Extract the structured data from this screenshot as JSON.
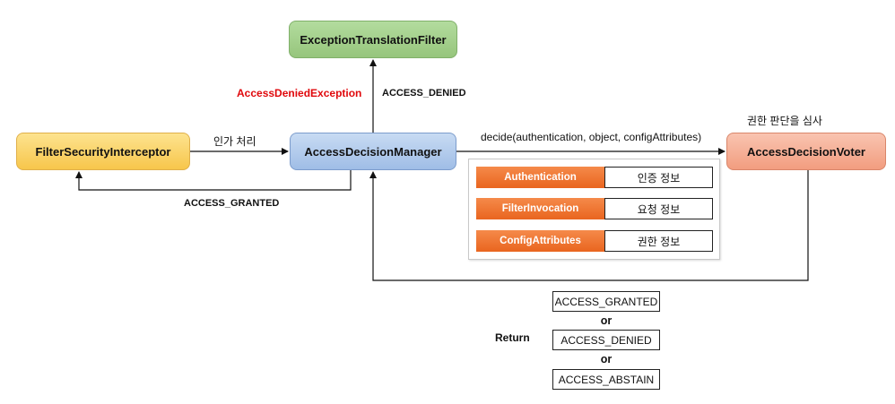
{
  "nodes": {
    "exception_translation_filter": "ExceptionTranslationFilter",
    "filter_security_interceptor": "FilterSecurityInterceptor",
    "access_decision_manager": "AccessDecisionManager",
    "access_decision_voter": "AccessDecisionVoter"
  },
  "edges": {
    "authorize": "인가 처리",
    "access_granted": "ACCESS_GRANTED",
    "access_denied": "ACCESS_DENIED",
    "access_denied_exception": "AccessDeniedException",
    "decide": "decide(authentication, object, configAttributes)",
    "voter_caption": "권한 판단을 심사"
  },
  "params": [
    {
      "name": "Authentication",
      "desc": "인증 정보"
    },
    {
      "name": "FilterInvocation",
      "desc": "요청 정보"
    },
    {
      "name": "ConfigAttributes",
      "desc": "권한 정보"
    }
  ],
  "return": {
    "label": "Return",
    "values": [
      "ACCESS_GRANTED",
      "ACCESS_DENIED",
      "ACCESS_ABSTAIN"
    ],
    "separator": "or"
  },
  "colors": {
    "exception_filter": "#a6d28d",
    "interceptor": "#fbd56a",
    "manager": "#b2cdee",
    "voter": "#f5b198",
    "param_header": "#ef7633",
    "exception_text": "#e0080c"
  }
}
